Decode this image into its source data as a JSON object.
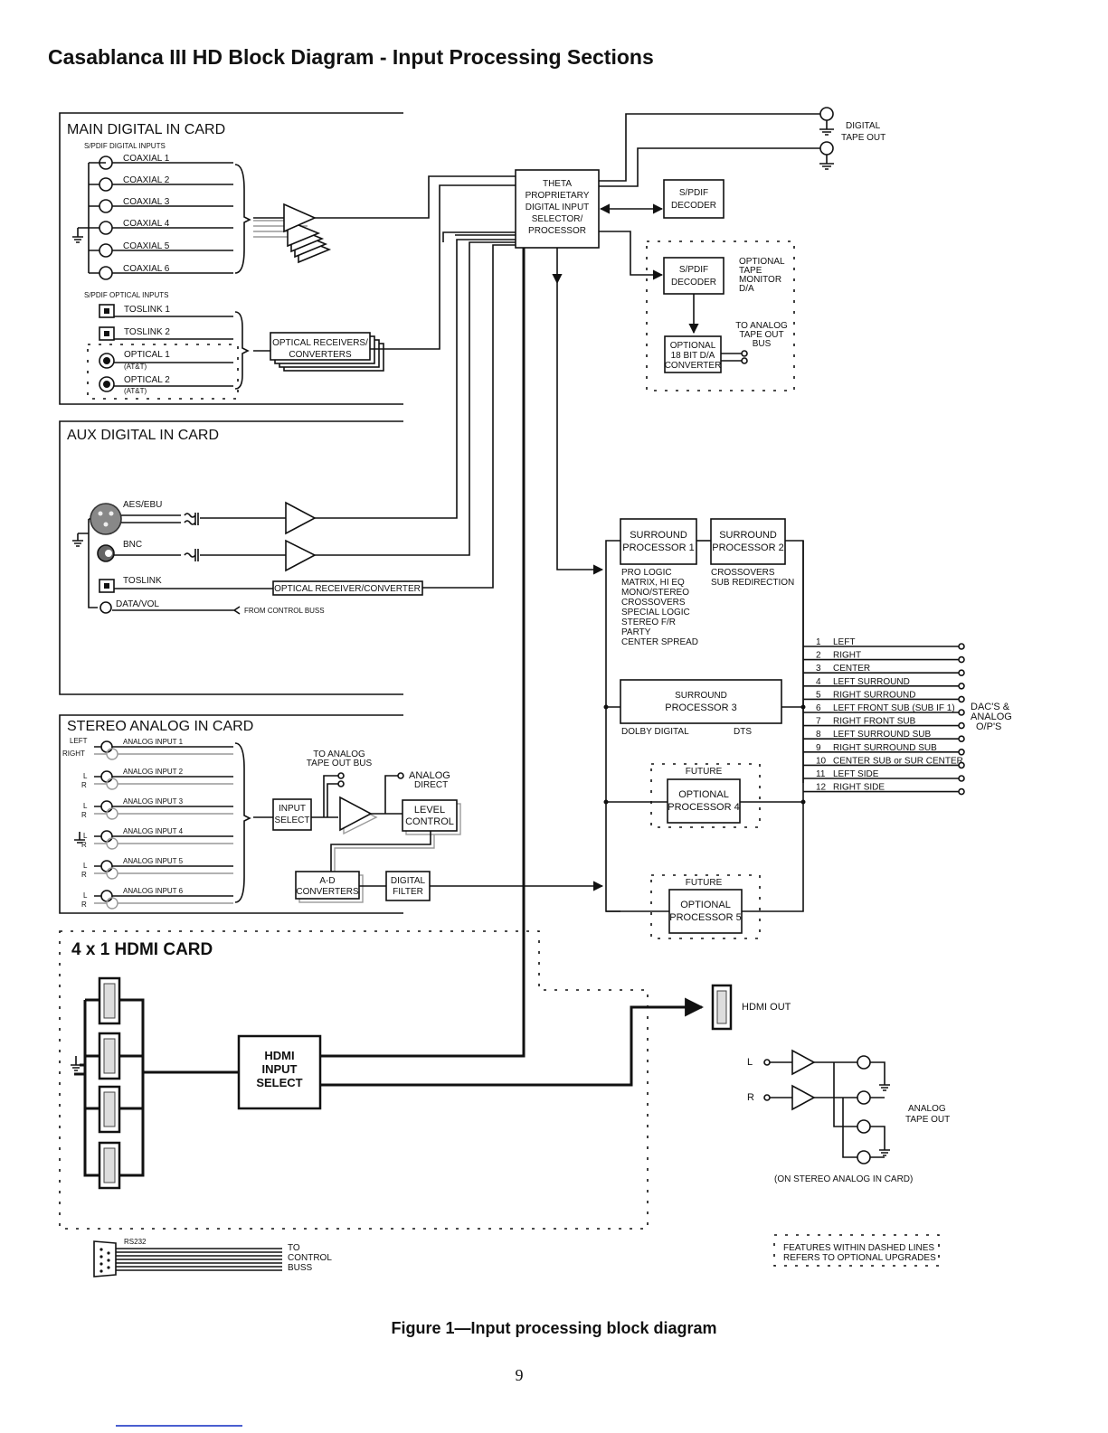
{
  "title": "Casablanca III HD Block Diagram - Input Processing Sections",
  "caption": "Figure 1—Input processing block diagram",
  "page_number": "9",
  "main_digital": {
    "title": "MAIN DIGITAL IN CARD",
    "spdif_digital_label": "S/PDIF DIGITAL INPUTS",
    "coax": [
      "COAXIAL 1",
      "COAXIAL 2",
      "COAXIAL 3",
      "COAXIAL 4",
      "COAXIAL 5",
      "COAXIAL 6"
    ],
    "spdif_optical_label": "S/PDIF OPTICAL INPUTS",
    "toslink": [
      "TOSLINK 1",
      "TOSLINK 2"
    ],
    "optical": [
      {
        "name": "OPTICAL 1",
        "sub": "(AT&T)"
      },
      {
        "name": "OPTICAL 2",
        "sub": "(AT&T)"
      }
    ],
    "optical_receivers": [
      "OPTICAL RECEIVERS/",
      "CONVERTERS"
    ]
  },
  "theta": [
    "THETA",
    "PROPRIETARY",
    "DIGITAL INPUT",
    "SELECTOR/",
    "PROCESSOR"
  ],
  "spdif_decoder": [
    "S/PDIF",
    "DECODER"
  ],
  "digital_tape_out": [
    "DIGITAL",
    "TAPE OUT"
  ],
  "optional_tape_monitor": {
    "decoder": [
      "S/PDIF",
      "DECODER"
    ],
    "label": [
      "OPTIONAL",
      "TAPE",
      "MONITOR",
      "D/A"
    ],
    "to_analog": [
      "TO ANALOG",
      "TAPE OUT",
      "BUS"
    ],
    "converter": [
      "OPTIONAL",
      "18 BIT D/A",
      "CONVERTER"
    ]
  },
  "aux_digital": {
    "title": "AUX DIGITAL IN CARD",
    "aes": "AES/EBU",
    "bnc": "BNC",
    "toslink": "TOSLINK",
    "receiver": "OPTICAL RECEIVER/CONVERTER",
    "data_vol": "DATA/VOL",
    "from_control": "FROM CONTROL BUSS"
  },
  "surround": {
    "p1": [
      "SURROUND",
      "PROCESSOR  1"
    ],
    "p2": [
      "SURROUND",
      "PROCESSOR  2"
    ],
    "p1_features": [
      "PRO LOGIC",
      "MATRIX,  HI EQ",
      "MONO/STEREO",
      "CROSSOVERS",
      "SPECIAL LOGIC",
      "STEREO F/R",
      "PARTY",
      "CENTER SPREAD"
    ],
    "p2_features": [
      "CROSSOVERS",
      "SUB REDIRECTION"
    ],
    "p3": [
      "SURROUND",
      "PROCESSOR  3"
    ],
    "p3_dolby": "DOLBY DIGITAL",
    "p3_dts": "DTS",
    "future": "FUTURE",
    "p4": [
      "OPTIONAL",
      "PROCESSOR  4"
    ],
    "p5": [
      "OPTIONAL",
      "PROCESSOR  5"
    ]
  },
  "outputs": [
    {
      "num": "1",
      "label": "LEFT"
    },
    {
      "num": "2",
      "label": "RIGHT"
    },
    {
      "num": "3",
      "label": "CENTER"
    },
    {
      "num": "4",
      "label": "LEFT SURROUND"
    },
    {
      "num": "5",
      "label": "RIGHT SURROUND"
    },
    {
      "num": "6",
      "label": "LEFT FRONT SUB (SUB IF 1)"
    },
    {
      "num": "7",
      "label": "RIGHT FRONT SUB"
    },
    {
      "num": "8",
      "label": "LEFT SURROUND SUB"
    },
    {
      "num": "9",
      "label": "RIGHT SURROUND SUB"
    },
    {
      "num": "10",
      "label": "CENTER SUB or SUR CENTER"
    },
    {
      "num": "11",
      "label": "LEFT SIDE"
    },
    {
      "num": "12",
      "label": "RIGHT SIDE"
    }
  ],
  "dacs": [
    "DAC'S &",
    "ANALOG",
    "O/P'S"
  ],
  "stereo_analog": {
    "title": "STEREO ANALOG IN CARD",
    "left": "LEFT",
    "right": "RIGHT",
    "inputs": [
      "ANALOG INPUT 1",
      "ANALOG INPUT 2",
      "ANALOG INPUT 3",
      "ANALOG INPUT 4",
      "ANALOG INPUT 5",
      "ANALOG INPUT 6"
    ],
    "l": "L",
    "r": "R",
    "to_analog": [
      "TO ANALOG",
      "TAPE OUT BUS"
    ],
    "analog_direct": [
      "ANALOG",
      "DIRECT"
    ],
    "input_select": [
      "INPUT",
      "SELECT"
    ],
    "level_control": [
      "LEVEL",
      "CONTROL"
    ],
    "ad": [
      "A-D",
      "CONVERTERS"
    ],
    "digital_filter": [
      "DIGITAL",
      "FILTER"
    ]
  },
  "hdmi": {
    "title": "4 x 1 HDMI CARD",
    "select": [
      "HDMI",
      "INPUT",
      "SELECT"
    ],
    "out": "HDMI OUT"
  },
  "analog_tape": {
    "l": "L",
    "r": "R",
    "label": [
      "ANALOG",
      "TAPE OUT"
    ],
    "note": "(ON STEREO ANALOG IN CARD)"
  },
  "rs232": {
    "label": "RS232",
    "to": [
      "TO",
      "CONTROL",
      "BUSS"
    ]
  },
  "legend": [
    "FEATURES WITHIN DASHED LINES",
    "REFERS TO OPTIONAL UPGRADES"
  ]
}
